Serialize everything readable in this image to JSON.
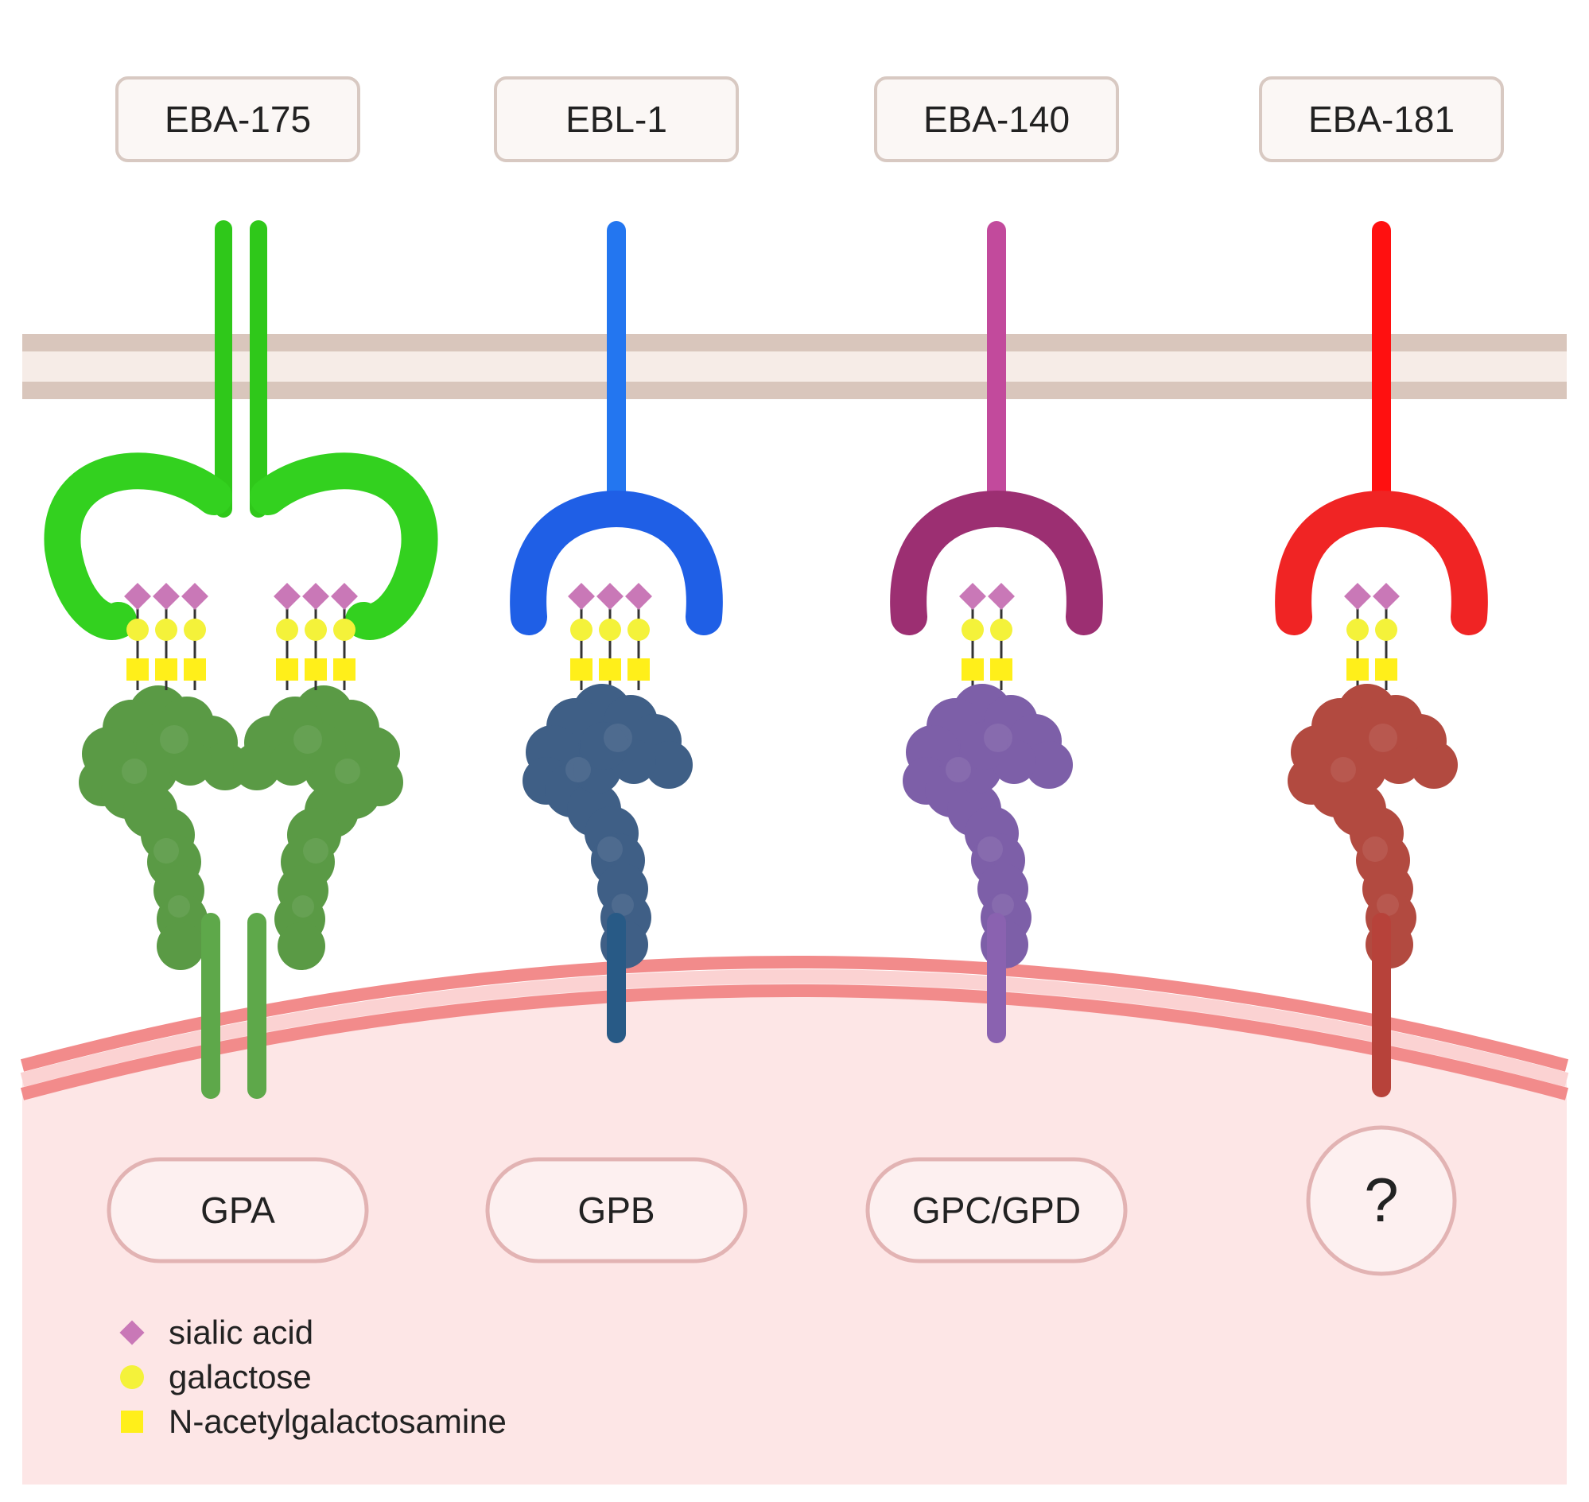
{
  "colors": {
    "background": "#ffffff",
    "parasite_membrane": "#d9c6bc",
    "parasite_membrane_inner": "#f6ece7",
    "rbc_fill": "#fde6e6",
    "rbc_membrane": "#f28b8b",
    "label_box_fill": "#fbf7f5",
    "label_box_stroke": "#d8c9c2",
    "receptor_box_fill": "#fdf0f0",
    "receptor_box_stroke": "#e2b3b3",
    "sialic_acid": "#c978b7",
    "galactose": "#f4f23a",
    "galnac": "#ffef1a"
  },
  "ligands": [
    {
      "id": "eba-175",
      "name": "EBA-175",
      "receptor": "GPA",
      "color": "#33d11f",
      "stalk": "#2fc81a",
      "glycophorin": "#5a9a45",
      "tail": "#5ea84a",
      "dimer": true,
      "glycans_per_chain": 3
    },
    {
      "id": "ebl-1",
      "name": "EBL-1",
      "receptor": "GPB",
      "color": "#1f5fe6",
      "stalk": "#2376f0",
      "glycophorin": "#3f5f86",
      "tail": "#285a86",
      "dimer": false,
      "glycans_per_chain": 3
    },
    {
      "id": "eba-140",
      "name": "EBA-140",
      "receptor": "GPC/GPD",
      "color": "#9c2f72",
      "stalk": "#c24a9c",
      "glycophorin": "#7d5fa8",
      "tail": "#8a62b0",
      "dimer": false,
      "glycans_per_chain": 2
    },
    {
      "id": "eba-181",
      "name": "EBA-181",
      "receptor": "?",
      "color": "#f02424",
      "stalk": "#ff1010",
      "glycophorin": "#b24a40",
      "tail": "#b7423a",
      "dimer": false,
      "glycans_per_chain": 2
    }
  ],
  "legend": {
    "items": [
      {
        "id": "sialic",
        "shape": "diamond",
        "label": "sialic acid"
      },
      {
        "id": "galactose",
        "shape": "circle",
        "label": "galactose"
      },
      {
        "id": "galnac",
        "shape": "square",
        "label": "N-acetylgalactosamine"
      }
    ]
  }
}
